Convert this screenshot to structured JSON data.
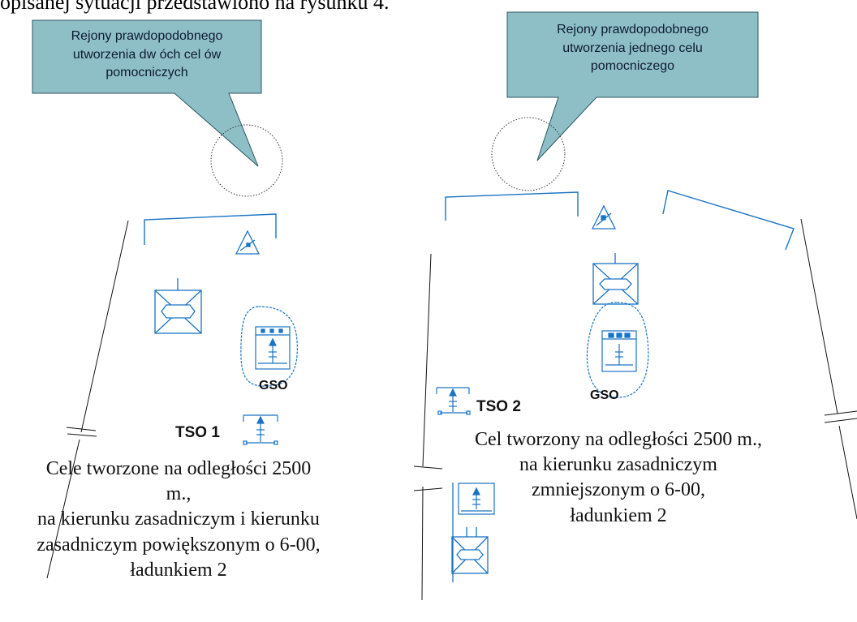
{
  "top_text": "opisanej sytuacji przedstawiono na rysunku 4.",
  "callouts": {
    "left": [
      "Rejony prawdopodobnego",
      "utworzenia dw óch cel ów",
      "pomocniczych"
    ],
    "right": [
      "Rejony prawdopodobnego",
      "utworzenia jednego celu",
      "pomocniczego"
    ]
  },
  "labels": {
    "gso_left": "GSO",
    "gso_right": "GSO",
    "tso1": "TSO 1",
    "tso2": "TSO 2"
  },
  "captions": {
    "left": [
      "Cele  tworzone na odległości 2500 m.,",
      "na kierunku zasadniczym i kierunku",
      "zasadniczym powiększonym o 6-00,",
      "ładunkiem 2"
    ],
    "right": [
      "Cel  tworzony na odległości 2500 m.,",
      "na kierunku zasadniczym",
      "zmniejszonym o 6-00,",
      "ładunkiem 2"
    ]
  },
  "colors": {
    "symbol_blue": "#1b73c4",
    "callout_fill": "#8fbfc6",
    "callout_stroke": "#2b5660",
    "line": "#111111"
  }
}
